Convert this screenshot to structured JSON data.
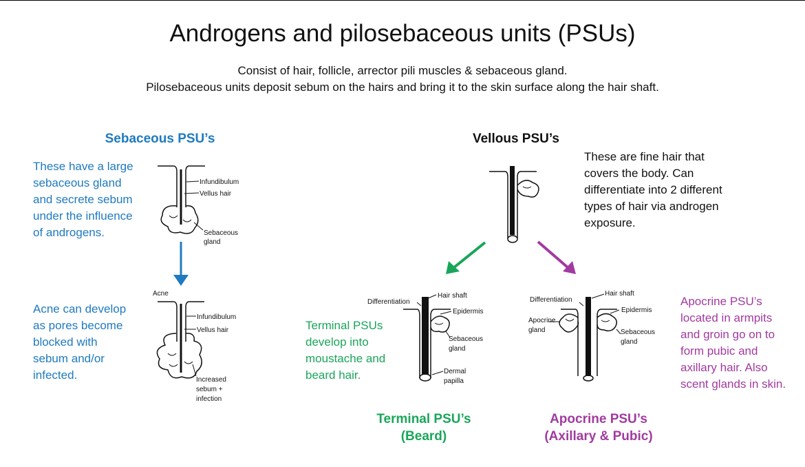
{
  "title": "Androgens and pilosebaceous units (PSUs)",
  "subtitle_lines": [
    "Consist of hair, follicle, arrector pili muscles & sebaceous gland.",
    "Pilosebaceous units  deposit sebum on the hairs and bring it to the skin surface along the hair shaft."
  ],
  "colors": {
    "sebaceous": "#1f7ac0",
    "terminal": "#19a65a",
    "apocrine": "#a23aa0",
    "text": "#111111"
  },
  "sebaceous": {
    "heading": "Sebaceous PSU’s",
    "description": [
      "These have a large",
      "sebaceous gland",
      "and  secrete sebum",
      "under the influence",
      "of androgens."
    ],
    "diagram_labels": {
      "infundibulum": "Infundibulum",
      "vellus_hair": "Vellus hair",
      "sebaceous_gland": [
        "Sebaceous",
        "gland"
      ]
    }
  },
  "acne": {
    "label": "Acne",
    "description": [
      "Acne can develop",
      "as pores become",
      "blocked with",
      "sebum and/or",
      "infected."
    ],
    "diagram_labels": {
      "infundibulum": "Infundibulum",
      "vellus_hair": "Vellus hair",
      "increased": [
        "Increased",
        "sebum +",
        "infection"
      ]
    }
  },
  "vellous": {
    "heading": "Vellous PSU’s",
    "description": [
      "These are fine hair that",
      "covers the body.  Can",
      "differentiate into 2 different",
      "types of hair via androgen",
      "exposure."
    ]
  },
  "terminal": {
    "heading_lines": [
      "Terminal PSU’s",
      "(Beard)"
    ],
    "description": [
      "Terminal PSUs",
      "develop into",
      "moustache and",
      "beard hair."
    ],
    "diagram_labels": {
      "differentiation": "Differentiation",
      "hair_shaft": "Hair shaft",
      "epidermis": "Epidermis",
      "sebaceous_gland": [
        "Sebaceous",
        "gland"
      ],
      "dermal_papilla": [
        "Dermal",
        "papilla"
      ]
    }
  },
  "apocrine": {
    "heading_lines": [
      "Apocrine PSU’s",
      "(Axillary & Pubic)"
    ],
    "description": [
      "Apocrine PSU’s",
      "located in armpits",
      "and groin go on to",
      "form pubic and",
      "axillary hair.  Also",
      "scent glands in skin."
    ],
    "diagram_labels": {
      "differentiation": "Differentiation",
      "hair_shaft": "Hair shaft",
      "epidermis": "Epidermis",
      "apocrine_gland": [
        "Apocrine",
        "gland"
      ],
      "sebaceous_gland": [
        "Sebaceous",
        "gland"
      ]
    }
  }
}
